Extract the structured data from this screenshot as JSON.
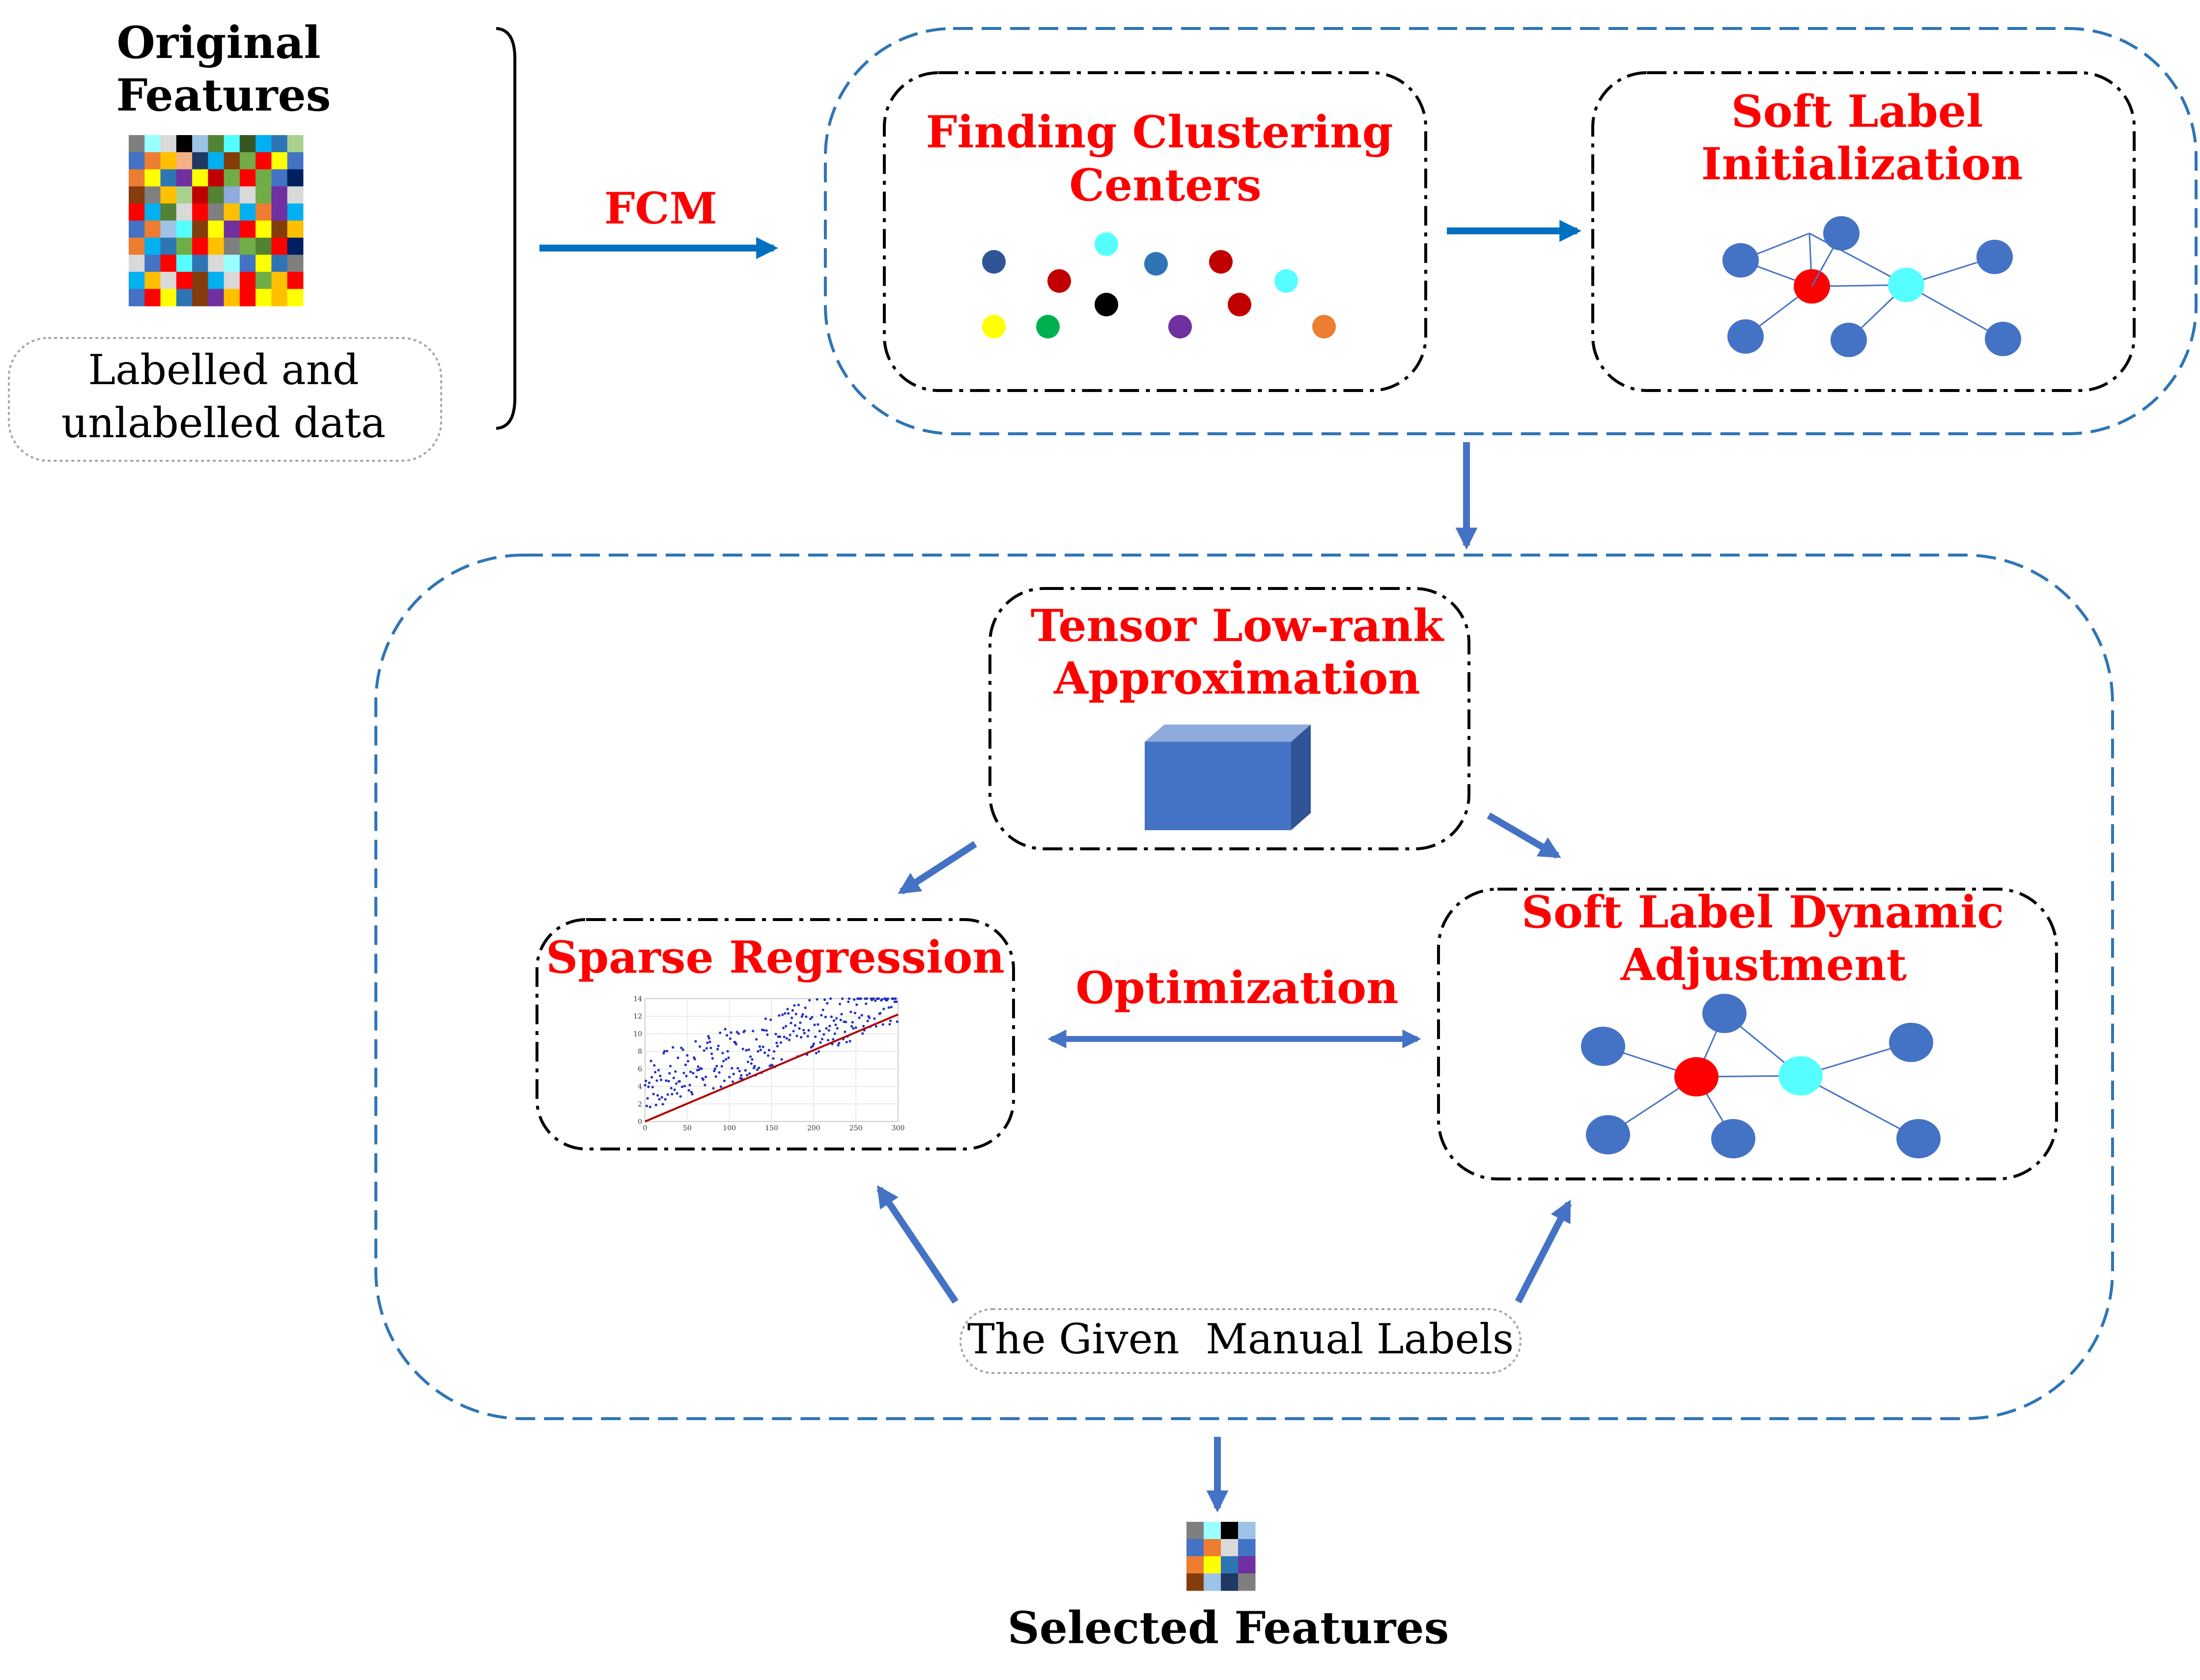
{
  "header": {
    "original_features_line1": "Original",
    "original_features_line2": "Features"
  },
  "input_label": {
    "line1": "Labelled and",
    "line2": "unlabelled data"
  },
  "fcm_label": "FCM",
  "clustering_box": {
    "title_line1": "Finding Clustering",
    "title_line2": "Centers"
  },
  "soft_label_init_box": {
    "title_line1": "Soft Label",
    "title_line2": "Initialization"
  },
  "tensor_box": {
    "title_line1": "Tensor Low-rank",
    "title_line2": "Approximation"
  },
  "sparse_box": {
    "title": "Sparse Regression"
  },
  "soft_label_dyn_box": {
    "title_line1": "Soft Label Dynamic",
    "title_line2": "Adjustment"
  },
  "optimization_label": "Optimization",
  "manual_labels": "The Given  Manual Labels",
  "output_label": "Selected Features",
  "mini_chart": {
    "yticks": [
      "0",
      "2",
      "4",
      "6",
      "8",
      "10",
      "12",
      "14"
    ],
    "xticks": [
      "0",
      "50",
      "100",
      "150",
      "200",
      "250",
      "300"
    ]
  },
  "colors": {
    "title_red": "#ff0000",
    "arrow_blue": "#4472c4",
    "arrow_dark_blue": "#0070c0",
    "dashed_blue": "#2e75b6",
    "node_blue": "#4472c4",
    "node_red": "#ff0000",
    "node_cyan": "#55ffff"
  },
  "original_grid_colors": [
    "#7f7f7f",
    "#99ffff",
    "#d9d9d9",
    "#000000",
    "#9dc3e6",
    "#548235",
    "#55ffff",
    "#375623",
    "#00b0f0",
    "#2e75b6",
    "#a9d18e",
    "#4472c4",
    "#ed7d31",
    "#ffc000",
    "#f4b183",
    "#203864",
    "#00b0f0",
    "#843c0c",
    "#70ad47",
    "#ff0000",
    "#ffff00",
    "#4472c4",
    "#ed7d31",
    "#ffff00",
    "#2e75b6",
    "#7030a0",
    "#ffff00",
    "#c00000",
    "#70ad47",
    "#ff0000",
    "#70ad47",
    "#4472c4",
    "#002060",
    "#843c0c",
    "#7f7f7f",
    "#ffc000",
    "#a9d18e",
    "#c00000",
    "#548235",
    "#8faadc",
    "#d9d9d9",
    "#70ad47",
    "#7030a0",
    "#d9d9d9",
    "#ff0000",
    "#00b0f0",
    "#548235",
    "#d9d9d9",
    "#ff0000",
    "#7f7f7f",
    "#ffc000",
    "#00b0f0",
    "#ed7d31",
    "#7030a0",
    "#00b0f0",
    "#4472c4",
    "#ed7d31",
    "#9dc3e6",
    "#55ffff",
    "#843c0c",
    "#ffff00",
    "#7030a0",
    "#ff0000",
    "#ffff00",
    "#843c0c",
    "#ffc000",
    "#ed7d31",
    "#00b0f0",
    "#2e75b6",
    "#70ad47",
    "#ff0000",
    "#ffc000",
    "#7f7f7f",
    "#70ad47",
    "#548235",
    "#ff0000",
    "#002060",
    "#d9d9d9",
    "#4472c4",
    "#ff0000",
    "#55ffff",
    "#2e75b6",
    "#d9d9d9",
    "#99ffff",
    "#4472c4",
    "#ffff00",
    "#2e75b6",
    "#7f7f7f",
    "#00b0f0",
    "#ffc000",
    "#d9d9d9",
    "#ff0000",
    "#843c0c",
    "#00b0f0",
    "#d9d9d9",
    "#ff0000",
    "#70ad47",
    "#ffc000",
    "#ff0000",
    "#4472c4",
    "#ff0000",
    "#ffff00",
    "#2e75b6",
    "#843c0c",
    "#7030a0",
    "#ffc000",
    "#ff0000",
    "#ffff00",
    "#ffc000",
    "#ffff00"
  ],
  "selected_grid_colors": [
    "#7f7f7f",
    "#99ffff",
    "#000000",
    "#9dc3e6",
    "#4472c4",
    "#ed7d31",
    "#d9d9d9",
    "#4472c4",
    "#ed7d31",
    "#ffff00",
    "#2e75b6",
    "#7030a0",
    "#843c0c",
    "#9dc3e6",
    "#203864",
    "#7f7f7f"
  ],
  "cluster_points": [
    {
      "color": "#2f5597"
    },
    {
      "color": "#c00000"
    },
    {
      "color": "#55ffff"
    },
    {
      "color": "#000000"
    },
    {
      "color": "#2e75b6"
    },
    {
      "color": "#c00000"
    },
    {
      "color": "#c00000"
    },
    {
      "color": "#55ffff"
    },
    {
      "color": "#ffff00"
    },
    {
      "color": "#00b050"
    },
    {
      "color": "#7030a0"
    },
    {
      "color": "#ed7d31"
    }
  ]
}
